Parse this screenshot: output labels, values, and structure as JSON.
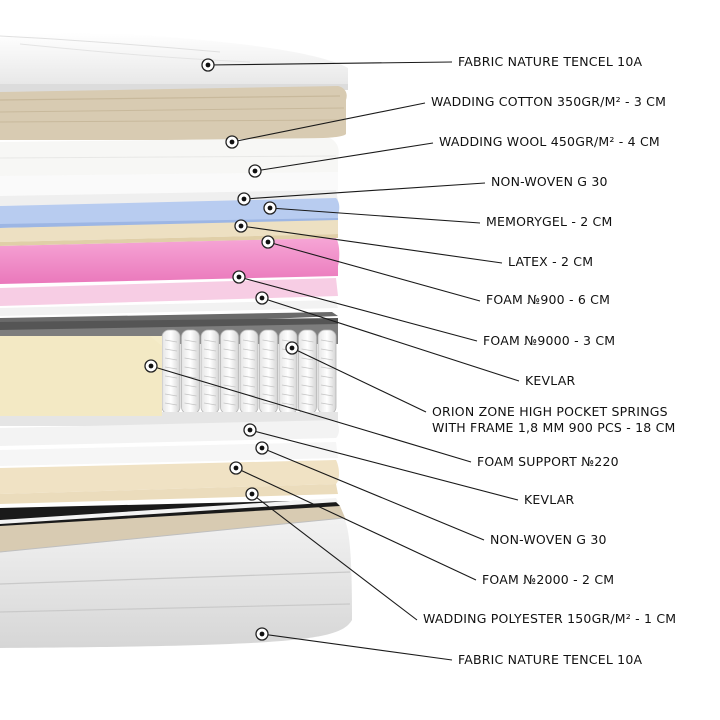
{
  "labels": [
    "FABRIC NATURE TENCEL 10A",
    "WADDING COTTON 350GR/M² - 3 CM",
    "WADDING WOOL 450GR/M² - 4 CM",
    "NON-WOVEN G 30",
    "MEMORYGEL - 2 CM",
    "LATEX - 2 CM",
    "FOAM №900 - 6 CM",
    "FOAM №9000 - 3 CM",
    "KEVLAR",
    "ORION ZONE HIGH POCKET SPRINGS",
    "WITH FRAME 1,8 MM 900 PCS - 18 CM",
    "FOAM SUPPORT №220",
    "KEVLAR",
    "NON-WOVEN G 30",
    "FOAM №2000 - 2 CM",
    "WADDING POLYESTER 150GR/M² - 1 CM",
    "FABRIC NATURE TENCEL 10A"
  ],
  "colors": {
    "tencel": "#f4f4f4",
    "cotton": "#d9cdb6",
    "wool": "#f7f7f5",
    "nonwoven": "#f2f2f2",
    "memorygel": "#b9cdf0",
    "latex": "#efe4c8",
    "foam900": "#f08cc6",
    "foam9000": "#f6c6e2",
    "springs": "#8f8f8f",
    "support": "#f3ecc8",
    "foam2000": "#f2e6cc",
    "black": "#151515",
    "leader": "#1a1a1a"
  }
}
